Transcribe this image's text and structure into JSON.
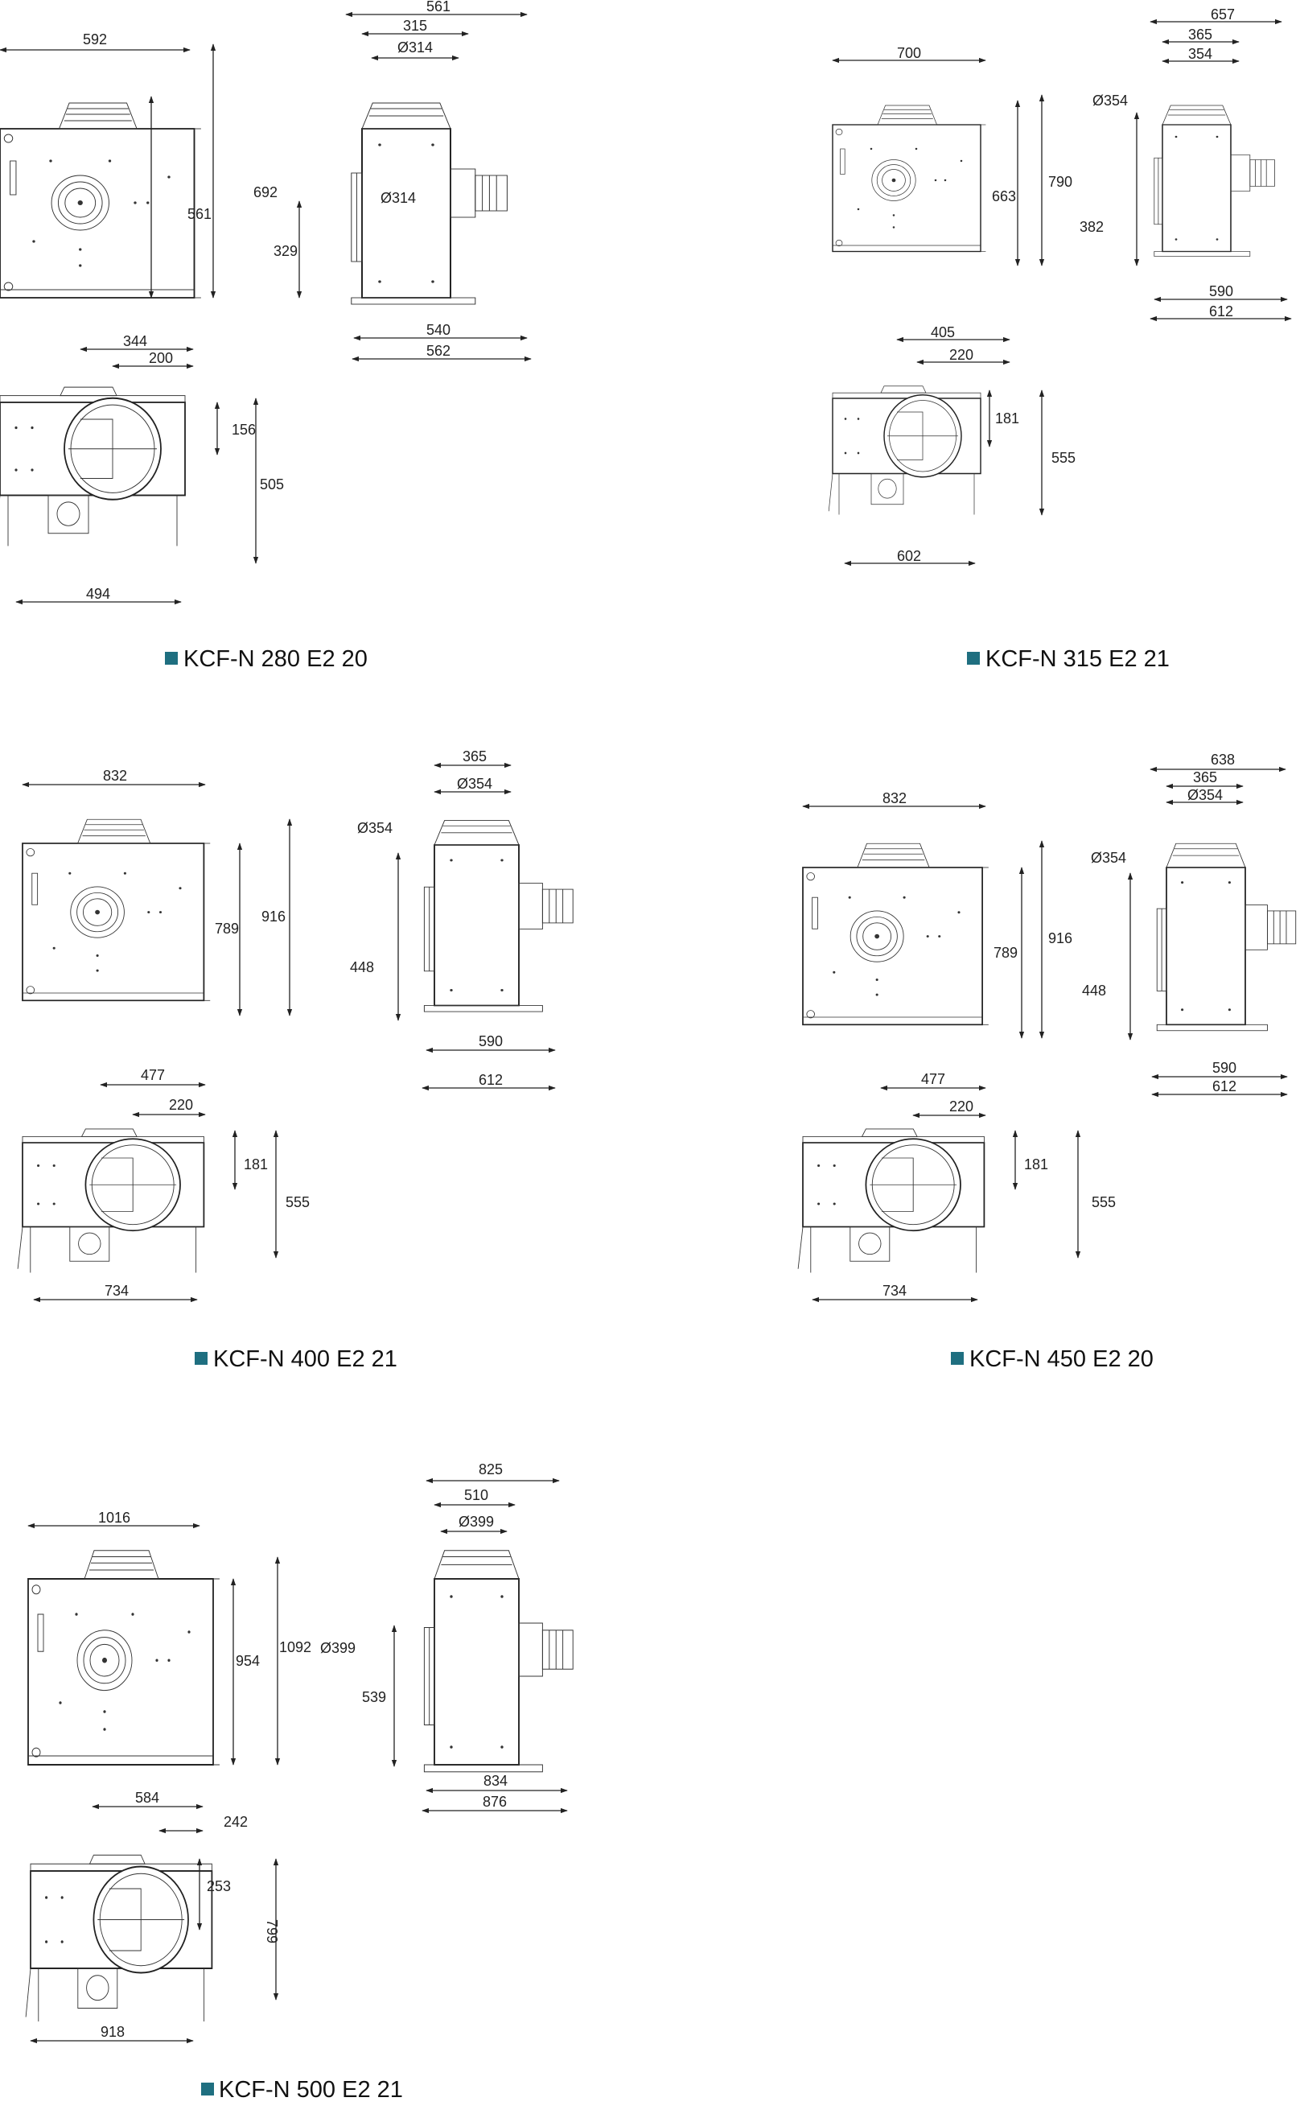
{
  "colors": {
    "line": "#222222",
    "marker": "#1f6f80",
    "background": "#ffffff"
  },
  "models": [
    {
      "name": "KCF-N 280 E2 20",
      "front": {
        "width": "592",
        "height_inner": "561",
        "height_total": "692",
        "inlet_axis": "329"
      },
      "side": {
        "total": "561",
        "flange": "315",
        "diameter_top": "Ø314",
        "diameter_side": "Ø314",
        "base_inner": "540",
        "base_outer": "562"
      },
      "top": {
        "offset": "344",
        "offset_inner": "200",
        "outlet": "156",
        "depth": "505",
        "width": "494"
      }
    },
    {
      "name": "KCF-N 315 E2 21",
      "front": {
        "width": "700",
        "height_inner": "663",
        "height_total": "790"
      },
      "side": {
        "total": "657",
        "flange": "365",
        "diameter_top": "354",
        "diameter_side": "Ø354",
        "inlet_axis": "382",
        "base_inner": "590",
        "base_outer": "612"
      },
      "top": {
        "offset": "405",
        "offset_inner": "220",
        "outlet": "181",
        "depth": "555",
        "width": "602"
      }
    },
    {
      "name": "KCF-N 400 E2 21",
      "front": {
        "width": "832",
        "height_inner": "789",
        "height_total": "916"
      },
      "side": {
        "flange": "365",
        "diameter_top": "Ø354",
        "diameter_side": "Ø354",
        "inlet_axis": "448",
        "base_inner": "590",
        "base_outer": "612"
      },
      "top": {
        "offset": "477",
        "offset_inner": "220",
        "outlet": "181",
        "depth": "555",
        "width": "734"
      }
    },
    {
      "name": "KCF-N 450 E2 20",
      "front": {
        "width": "832",
        "height_inner": "789",
        "height_total": "916"
      },
      "side": {
        "total": "638",
        "flange": "365",
        "diameter_top": "Ø354",
        "diameter_side": "Ø354",
        "inlet_axis": "448",
        "base_inner": "590",
        "base_outer": "612"
      },
      "top": {
        "offset": "477",
        "offset_inner": "220",
        "outlet": "181",
        "depth": "555",
        "width": "734"
      }
    },
    {
      "name": "KCF-N 500 E2 21",
      "front": {
        "width": "1016",
        "height_inner": "954",
        "height_total": "1092"
      },
      "side": {
        "total": "825",
        "flange": "510",
        "diameter_top": "Ø399",
        "diameter_side": "Ø399",
        "inlet_axis": "539",
        "base_inner": "834",
        "base_outer": "876"
      },
      "top": {
        "offset": "584",
        "offset_inner": "242",
        "outlet": "253",
        "depth": "799",
        "width": "918"
      }
    }
  ]
}
